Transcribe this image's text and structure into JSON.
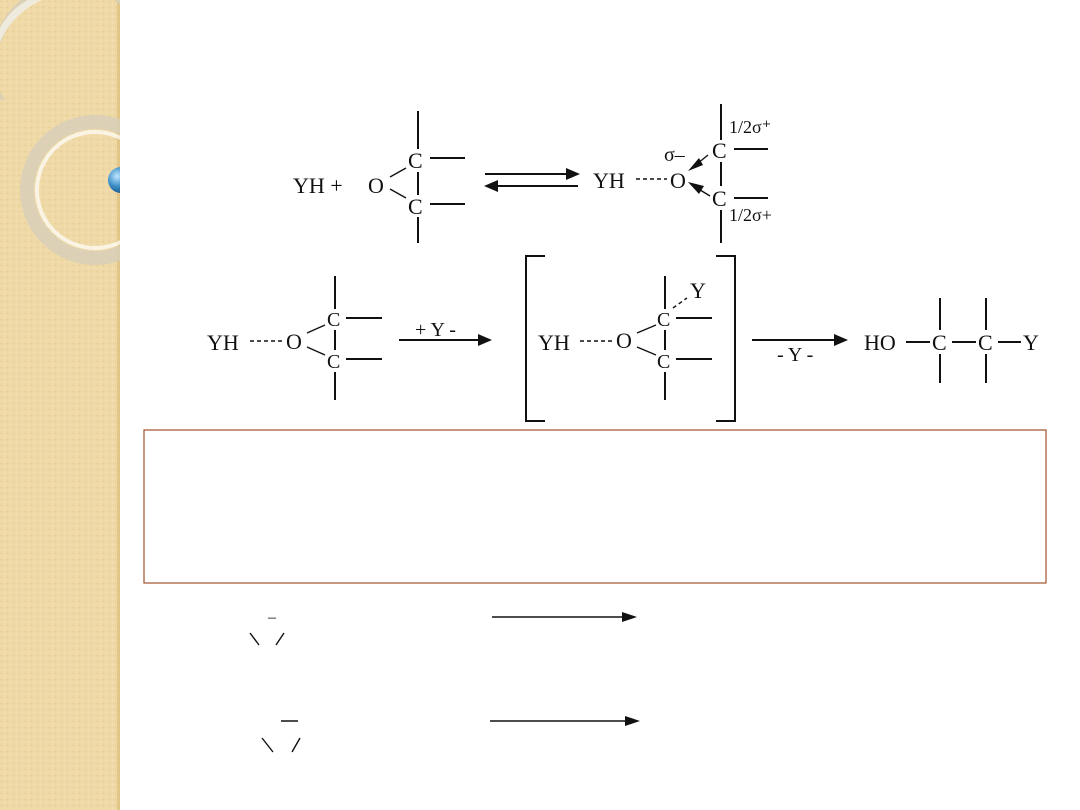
{
  "theme": {
    "sidebar_color": "#efd9a7",
    "ring_color": "#d8cfb8",
    "orb_color": "#3d8fc7",
    "note_box_border": "#a0522d"
  },
  "reaction_1": {
    "lhs": "YH +",
    "oxygen": "O",
    "carbon": "C",
    "rhs_base": "YH",
    "delta_minus": "σ–",
    "delta_plus_top": "1/2σ⁺",
    "delta_plus_bottom": "1/2σ+"
  },
  "reaction_2": {
    "reactant_base": "YH",
    "oxygen": "O",
    "carbon": "C",
    "add_label": "+ Y -",
    "nucleophile": "Y",
    "remove_label": "- Y -",
    "product_hydroxy": "HO"
  },
  "decor": {
    "orb_symbol": "Θ",
    "bar_symbol": "–"
  }
}
